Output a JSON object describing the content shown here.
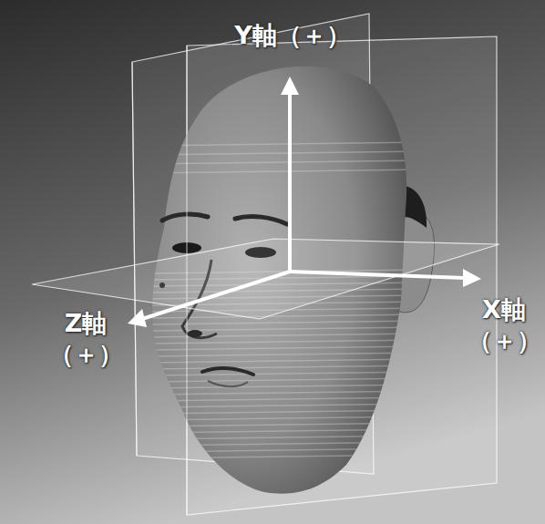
{
  "diagram": {
    "labels": [
      "Y軸（＋）",
      "Z軸 （＋）",
      "X軸 （＋）"
    ]
  }
}
